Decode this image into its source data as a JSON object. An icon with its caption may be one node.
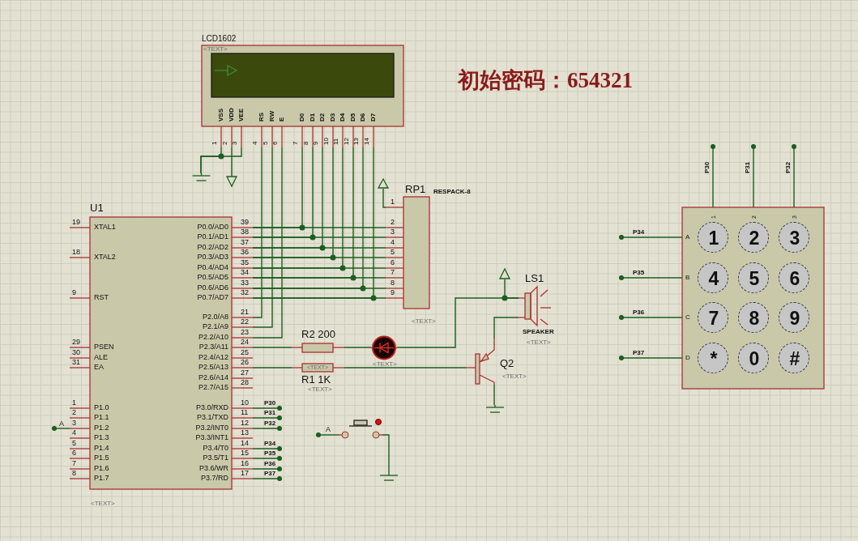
{
  "diagram": {
    "nodes": [
      {
        "text": [
          "LCD1602",
          "<TEXT>",
          "VSS",
          "VDD",
          "VEE",
          "RS",
          "RW",
          "E",
          "D0",
          "D1",
          "D2",
          "D3",
          "D4",
          "D5",
          "D6",
          "D7"
        ],
        "beside": [
          "1",
          "2",
          "3",
          "4",
          "5",
          "6",
          "7",
          "8",
          "9",
          "10",
          "11",
          "12",
          "13",
          "14"
        ]
      },
      {
        "text": [
          "U1",
          "XTAL1",
          "XTAL2",
          "RST",
          "PSEN",
          "ALE",
          "EA",
          "P1.0",
          "P1.1",
          "P1.2",
          "P1.3",
          "P1.4",
          "P1.5",
          "P1.6",
          "P1.7",
          "P0.0/AD0",
          "P0.1/AD1",
          "P0.2/AD2",
          "P0.3/AD3",
          "P0.4/AD4",
          "P0.5/AD5",
          "P0.6/AD6",
          "P0.7/AD7",
          "P2.0/A8",
          "P2.1/A9",
          "P2.2/A10",
          "P2.3/A11",
          "P2.4/A12",
          "P2.5/A13",
          "P2.6/A14",
          "P2.7/A15",
          "P3.0/RXD",
          "P3.1/TXD",
          "P3.2/INT0",
          "P3.3/INT1",
          "P3.4/T0",
          "P3.5/T1",
          "P3.6/WR",
          "P3.7/RD"
        ],
        "beside": [
          "19",
          "18",
          "9",
          "29",
          "30",
          "31",
          "1",
          "2",
          "3",
          "4",
          "5",
          "6",
          "7",
          "8",
          "39",
          "38",
          "37",
          "36",
          "35",
          "34",
          "33",
          "32",
          "21",
          "22",
          "23",
          "24",
          "25",
          "26",
          "27",
          "28",
          "10",
          "11",
          "12",
          "13",
          "14",
          "15",
          "16",
          "17",
          "<TEXT>"
        ]
      },
      {
        "text": [
          "RP1",
          "RESPACK-8"
        ],
        "beside": [
          "1",
          "2",
          "3",
          "4",
          "5",
          "6",
          "7",
          "8",
          "9",
          "<TEXT>"
        ]
      },
      {
        "text": [
          "R2 200"
        ]
      },
      {
        "text": [],
        "shape": "circle",
        "beside": [
          "<TEXT>"
        ]
      },
      {
        "text": [
          "<TEXT>",
          "R1 1K"
        ],
        "beside": [
          "<TEXT>"
        ]
      },
      {
        "text": [
          "LS1",
          "SPEAKER"
        ],
        "beside": [
          "<TEXT>"
        ]
      },
      {
        "text": [
          "Q2"
        ],
        "beside": [
          "<TEXT>"
        ]
      },
      {
        "text": [],
        "shape": "switch"
      },
      {
        "text": [
          "1",
          "2",
          "3",
          "A",
          "B",
          "C",
          "D"
        ]
      },
      {
        "text": [
          "1"
        ],
        "in": 9
      },
      {
        "text": [
          "2"
        ],
        "in": 9
      },
      {
        "text": [
          "3"
        ],
        "in": 9
      },
      {
        "text": [
          "4"
        ],
        "in": 9
      },
      {
        "text": [
          "5"
        ],
        "in": 9
      },
      {
        "text": [
          "6"
        ],
        "in": 9
      },
      {
        "text": [
          "7"
        ],
        "in": 9
      },
      {
        "text": [
          "8"
        ],
        "in": 9
      },
      {
        "text": [
          "9"
        ],
        "in": 9
      },
      {
        "text": [
          "*"
        ],
        "in": 9
      },
      {
        "text": [
          "0"
        ],
        "in": 9
      },
      {
        "text": [
          "#"
        ],
        "in": 9
      },
      {
        "text": [],
        "shape": "ground"
      },
      {
        "text": [],
        "shape": "triangle"
      },
      {
        "text": [],
        "shape": "triangle"
      },
      {
        "text": [],
        "shape": "triangle"
      },
      {
        "text": [],
        "shape": "ground"
      },
      {
        "text": [],
        "shape": "ground"
      }
    ],
    "edges": [
      {
        "from": 0,
        "to": 22,
        "arrow": "none"
      },
      {
        "from": 0,
        "to": 22,
        "arrow": "none"
      },
      {
        "from": 0,
        "to": 23,
        "arrow": "none"
      },
      {
        "from": 1,
        "to": 0,
        "arrow": "none"
      },
      {
        "from": 1,
        "to": 0,
        "arrow": "none"
      },
      {
        "from": 1,
        "to": 0,
        "arrow": "none"
      },
      {
        "from": 1,
        "to": 0,
        "arrow": "none"
      },
      {
        "from": 1,
        "to": 0,
        "arrow": "none"
      },
      {
        "from": 1,
        "to": 0,
        "arrow": "none"
      },
      {
        "from": 1,
        "to": 0,
        "arrow": "none"
      },
      {
        "from": 1,
        "to": 0,
        "arrow": "none"
      },
      {
        "from": 1,
        "to": 0,
        "arrow": "none"
      },
      {
        "from": 1,
        "to": 0,
        "arrow": "none"
      },
      {
        "from": 1,
        "to": 0,
        "arrow": "none"
      },
      {
        "from": 1,
        "to": 2,
        "arrow": "none"
      },
      {
        "from": 1,
        "to": 2,
        "arrow": "none"
      },
      {
        "from": 1,
        "to": 2,
        "arrow": "none"
      },
      {
        "from": 1,
        "to": 2,
        "arrow": "none"
      },
      {
        "from": 1,
        "to": 2,
        "arrow": "none"
      },
      {
        "from": 1,
        "to": 2,
        "arrow": "none"
      },
      {
        "from": 1,
        "to": 2,
        "arrow": "none"
      },
      {
        "from": 1,
        "to": 2,
        "arrow": "none"
      },
      {
        "from": 2,
        "to": 24,
        "arrow": "none"
      },
      {
        "from": 1,
        "to": 3,
        "arrow": "none"
      },
      {
        "from": 3,
        "to": 4,
        "arrow": "none"
      },
      {
        "from": 4,
        "to": 6,
        "arrow": "none"
      },
      {
        "from": 25,
        "to": 6,
        "arrow": "none"
      },
      {
        "from": 1,
        "to": 5,
        "arrow": "none"
      },
      {
        "from": 5,
        "to": 7,
        "arrow": "none"
      },
      {
        "from": 7,
        "to": 6,
        "arrow": "none"
      },
      {
        "from": 7,
        "to": 26,
        "arrow": "none"
      },
      {
        "from": null,
        "to": 1,
        "arrow": "other",
        "label": "A"
      },
      {
        "from": null,
        "to": 8,
        "arrow": "other",
        "label": "A"
      },
      {
        "from": 8,
        "to": 27,
        "arrow": "none"
      },
      {
        "from": 1,
        "to": null,
        "arrow": "other",
        "label": "P30"
      },
      {
        "from": 1,
        "to": null,
        "arrow": "other",
        "label": "P31"
      },
      {
        "from": 1,
        "to": null,
        "arrow": "other",
        "label": "P32"
      },
      {
        "from": 1,
        "to": null,
        "arrow": "other",
        "label": "P34"
      },
      {
        "from": 1,
        "to": null,
        "arrow": "other",
        "label": "P35"
      },
      {
        "from": 1,
        "to": null,
        "arrow": "other",
        "label": "P36"
      },
      {
        "from": 1,
        "to": null,
        "arrow": "other",
        "label": "P37"
      },
      {
        "from": null,
        "to": 9,
        "arrow": "other",
        "label": "P30"
      },
      {
        "from": null,
        "to": 9,
        "arrow": "other",
        "label": "P31"
      },
      {
        "from": null,
        "to": 9,
        "arrow": "other",
        "label": "P32"
      },
      {
        "from": null,
        "to": 9,
        "arrow": "other",
        "label": "P34"
      },
      {
        "from": null,
        "to": 9,
        "arrow": "other",
        "label": "P35"
      },
      {
        "from": null,
        "to": 9,
        "arrow": "other",
        "label": "P36"
      },
      {
        "from": null,
        "to": 9,
        "arrow": "other",
        "label": "P37"
      }
    ],
    "labels": [
      "初始密码：654321"
    ]
  }
}
